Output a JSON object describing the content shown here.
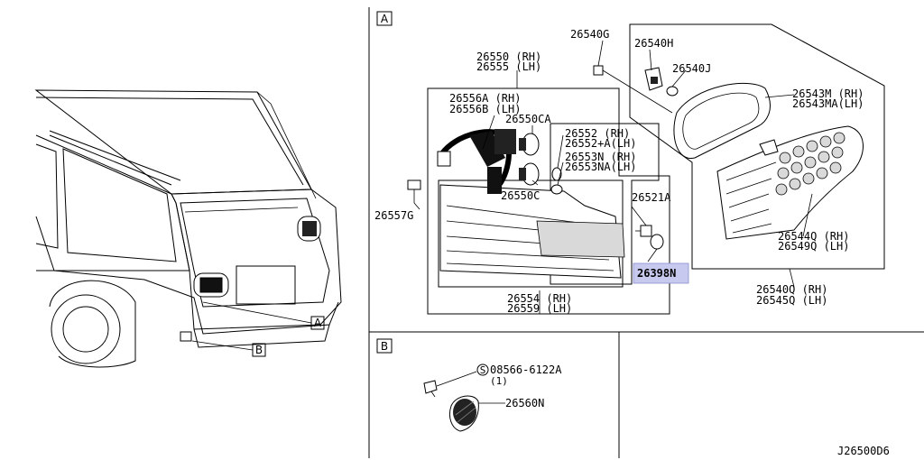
{
  "section_a_tag": "A",
  "section_b_tag": "B",
  "callouts": {
    "a": "A",
    "b": "B"
  },
  "parts": {
    "p26550": "26550 (RH)",
    "p26555": "26555 (LH)",
    "p26540g": "26540G",
    "p26540h": "26540H",
    "p26540j": "26540J",
    "p26543m": "26543M (RH)",
    "p26543ma": "26543MA(LH)",
    "p26556a": "26556A (RH)",
    "p26556b": "26556B (LH)",
    "p26550ca": "26550CA",
    "p26552": "26552   (RH)",
    "p26552a": "26552+A(LH)",
    "p26553n": "26553N  (RH)",
    "p26553na": "26553NA(LH)",
    "p26550c": "26550C",
    "p26557g": "26557G",
    "p26521a": "26521A",
    "p26398n": "26398N",
    "p26544q": "26544Q (RH)",
    "p26549q": "26549Q (LH)",
    "p26540q": "26540Q (RH)",
    "p26545q": "26545Q (LH)",
    "p26554": "26554 (RH)",
    "p26559": "26559 (LH)",
    "p08566": "08566-6122A",
    "p08566_qty": "(1)",
    "p08566_s": "S",
    "p26560n": "26560N"
  },
  "highlight_color": "#c7c9ee",
  "diagram_code": "J26500D6"
}
